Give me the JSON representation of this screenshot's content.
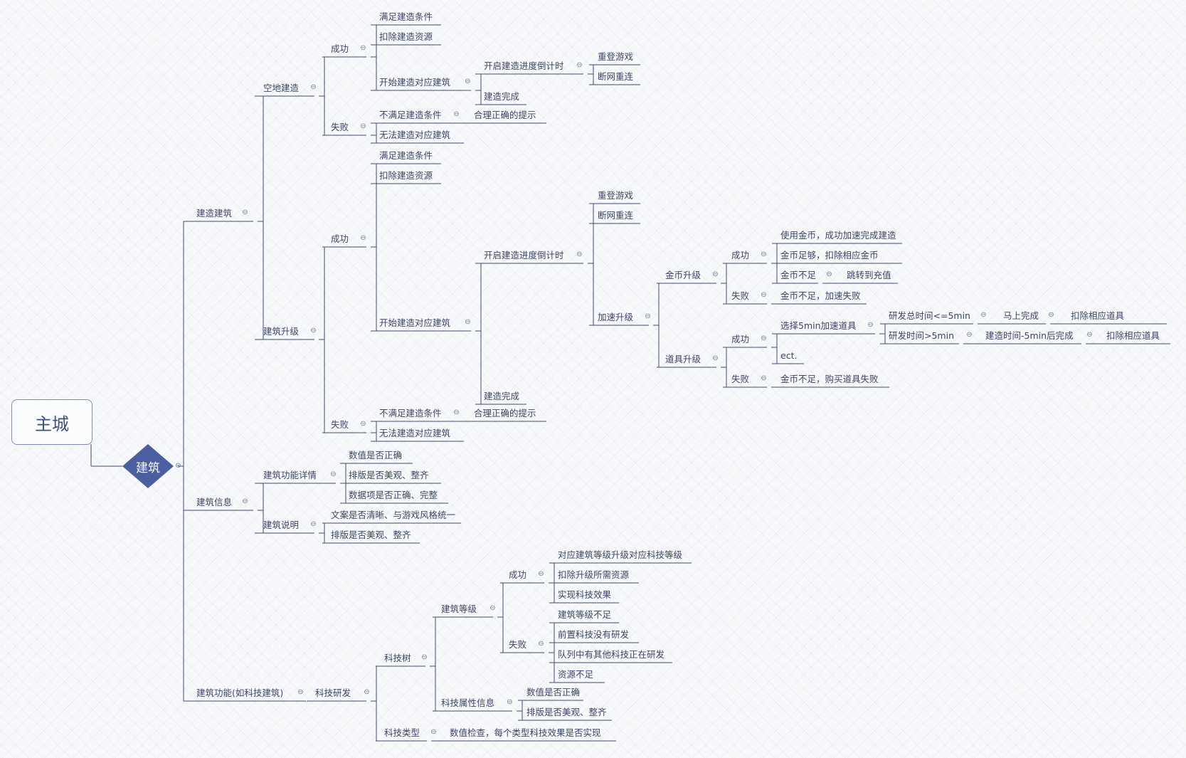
{
  "root": {
    "label": "主城"
  },
  "hub": {
    "label": "建筑"
  },
  "nodes": [
    {
      "id": "jzjz",
      "label": "建造建筑"
    },
    {
      "id": "kdjz",
      "label": "空地建造"
    },
    {
      "id": "a_cg",
      "label": "成功"
    },
    {
      "id": "a1",
      "label": "满足建造条件"
    },
    {
      "id": "a2",
      "label": "扣除建造资源"
    },
    {
      "id": "a3",
      "label": "开始建造对应建筑"
    },
    {
      "id": "a4",
      "label": "开启建造进度倒计时"
    },
    {
      "id": "a5",
      "label": "重登游戏"
    },
    {
      "id": "a6",
      "label": "断网重连"
    },
    {
      "id": "a7",
      "label": "建造完成"
    },
    {
      "id": "a_sb",
      "label": "失败"
    },
    {
      "id": "a8",
      "label": "不满足建造条件"
    },
    {
      "id": "a9",
      "label": "合理正确的提示"
    },
    {
      "id": "a10",
      "label": "无法建造对应建筑"
    },
    {
      "id": "jzsj",
      "label": "建筑升级"
    },
    {
      "id": "b_cg",
      "label": "成功"
    },
    {
      "id": "b1",
      "label": "满足建造条件"
    },
    {
      "id": "b2",
      "label": "扣除建造资源"
    },
    {
      "id": "b3",
      "label": "开始建造对应建筑"
    },
    {
      "id": "b4",
      "label": "开启建造进度倒计时"
    },
    {
      "id": "b5",
      "label": "重登游戏"
    },
    {
      "id": "b6",
      "label": "断网重连"
    },
    {
      "id": "b7",
      "label": "加速升级"
    },
    {
      "id": "jbsj",
      "label": "金币升级"
    },
    {
      "id": "c_cg",
      "label": "成功"
    },
    {
      "id": "c1",
      "label": "使用金币，成功加速完成建造"
    },
    {
      "id": "c2",
      "label": "金币足够，扣除相应金币"
    },
    {
      "id": "c3",
      "label": "金币不足"
    },
    {
      "id": "c4",
      "label": "跳转到充值"
    },
    {
      "id": "c_sb",
      "label": "失败"
    },
    {
      "id": "c5",
      "label": "金币不足，加速失败"
    },
    {
      "id": "djsj",
      "label": "道具升级"
    },
    {
      "id": "d_cg",
      "label": "成功"
    },
    {
      "id": "d1",
      "label": "选择5min加速道具"
    },
    {
      "id": "d2",
      "label": "研发总时间<=5min"
    },
    {
      "id": "d3",
      "label": "马上完成"
    },
    {
      "id": "d4",
      "label": "扣除相应道具"
    },
    {
      "id": "d5",
      "label": "研发时间>5min"
    },
    {
      "id": "d6",
      "label": "建造时间-5min后完成"
    },
    {
      "id": "d7",
      "label": "扣除相应道具"
    },
    {
      "id": "d8",
      "label": "ect."
    },
    {
      "id": "d_sb",
      "label": "失败"
    },
    {
      "id": "d9",
      "label": "金币不足，购买道具失败"
    },
    {
      "id": "b8",
      "label": "建造完成"
    },
    {
      "id": "b_sb",
      "label": "失败"
    },
    {
      "id": "b9",
      "label": "不满足建造条件"
    },
    {
      "id": "b10",
      "label": "合理正确的提示"
    },
    {
      "id": "b11",
      "label": "无法建造对应建筑"
    },
    {
      "id": "jzxx",
      "label": "建筑信息"
    },
    {
      "id": "gnxq",
      "label": "建筑功能详情"
    },
    {
      "id": "e1",
      "label": "数值是否正确"
    },
    {
      "id": "e2",
      "label": "排版是否美观、整齐"
    },
    {
      "id": "e3",
      "label": "数据项是否正确、完整"
    },
    {
      "id": "jzsm",
      "label": "建筑说明"
    },
    {
      "id": "e4",
      "label": "文案是否清晰、与游戏风格统一"
    },
    {
      "id": "e5",
      "label": "排版是否美观、整齐"
    },
    {
      "id": "jzgn",
      "label": "建筑功能(如科技建筑)"
    },
    {
      "id": "kjyf",
      "label": "科技研发"
    },
    {
      "id": "kjs",
      "label": "科技树"
    },
    {
      "id": "jzdj",
      "label": "建筑等级"
    },
    {
      "id": "f_cg",
      "label": "成功"
    },
    {
      "id": "f1",
      "label": "对应建筑等级升级对应科技等级"
    },
    {
      "id": "f2",
      "label": "扣除升级所需资源"
    },
    {
      "id": "f3",
      "label": "实现科技效果"
    },
    {
      "id": "f_sb",
      "label": "失败"
    },
    {
      "id": "f4",
      "label": "建筑等级不足"
    },
    {
      "id": "f5",
      "label": "前置科技没有研发"
    },
    {
      "id": "f6",
      "label": "队列中有其他科技正在研发"
    },
    {
      "id": "f7",
      "label": "资源不足"
    },
    {
      "id": "kjsx",
      "label": "科技属性信息"
    },
    {
      "id": "g1",
      "label": "数值是否正确"
    },
    {
      "id": "g2",
      "label": "排版是否美观、整齐"
    },
    {
      "id": "kjlx",
      "label": "科技类型"
    },
    {
      "id": "g3",
      "label": "数值检查，每个类型科技效果是否实现"
    }
  ]
}
